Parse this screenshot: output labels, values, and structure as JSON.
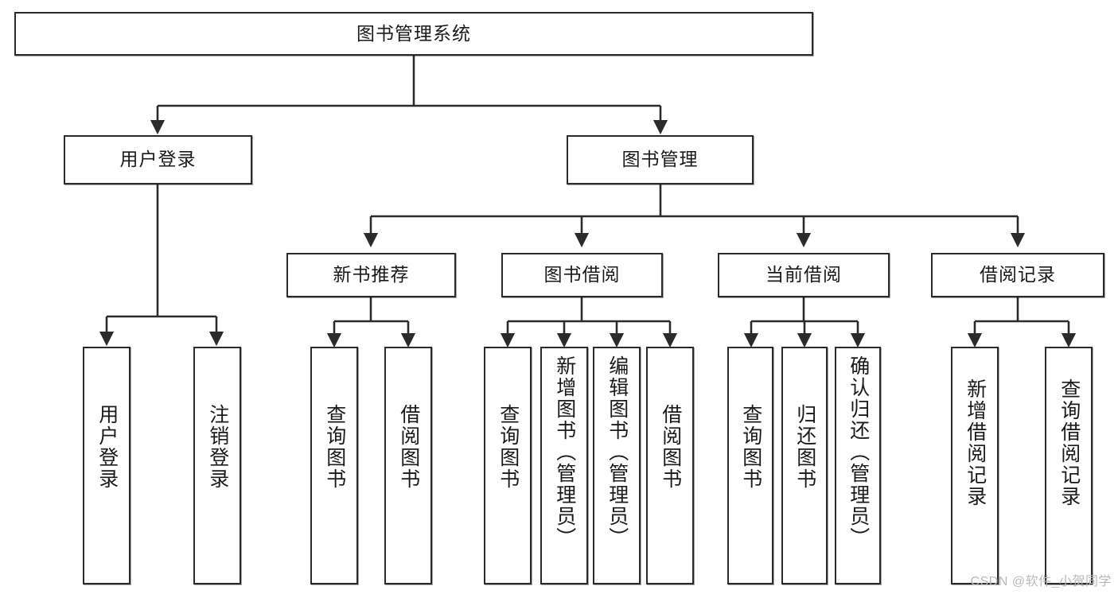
{
  "diagram": {
    "type": "tree",
    "title": "图书管理系统",
    "watermark": "CSDN @软件_小贺同学",
    "colors": {
      "box_border": "#2b2b2b",
      "box_fill": "#ffffff",
      "connector": "#2b2b2b",
      "text": "#1a1a1a",
      "watermark": "#b9b9b9",
      "background": "#ffffff"
    },
    "levels": {
      "level0_label": "图书管理系统",
      "level1_labels": [
        "用户登录",
        "图书管理"
      ],
      "level2_labels": [
        "新书推荐",
        "图书借阅",
        "当前借阅",
        "借阅记录"
      ]
    },
    "nodes": {
      "root": {
        "label": "图书管理系统"
      },
      "user_login": {
        "label": "用户登录"
      },
      "book_manage": {
        "label": "图书管理"
      },
      "new_book_rec": {
        "label": "新书推荐"
      },
      "book_borrow": {
        "label": "图书借阅"
      },
      "current_borrow": {
        "label": "当前借阅"
      },
      "borrow_record": {
        "label": "借阅记录"
      },
      "leaf_user_login": {
        "label": "用户登录"
      },
      "leaf_user_logout": {
        "label": "注销登录"
      },
      "leaf_rec_query": {
        "label": "查询图书"
      },
      "leaf_rec_borrow": {
        "label": "借阅图书"
      },
      "leaf_borrow_query": {
        "label": "查询图书"
      },
      "leaf_borrow_add": {
        "label": "新增图书（管理员）"
      },
      "leaf_borrow_edit": {
        "label": "编辑图书（管理员）"
      },
      "leaf_borrow_borrow": {
        "label": "借阅图书"
      },
      "leaf_cur_query": {
        "label": "查询图书"
      },
      "leaf_cur_return": {
        "label": "归还图书"
      },
      "leaf_cur_confirm": {
        "label": "确认归还（管理员）"
      },
      "leaf_rec_add": {
        "label": "新增借阅记录"
      },
      "leaf_rec_search": {
        "label": "查询借阅记录"
      }
    },
    "edges": [
      {
        "from": "root",
        "to": "user_login"
      },
      {
        "from": "root",
        "to": "book_manage"
      },
      {
        "from": "user_login",
        "to": "leaf_user_login"
      },
      {
        "from": "user_login",
        "to": "leaf_user_logout"
      },
      {
        "from": "book_manage",
        "to": "new_book_rec"
      },
      {
        "from": "book_manage",
        "to": "book_borrow"
      },
      {
        "from": "book_manage",
        "to": "current_borrow"
      },
      {
        "from": "book_manage",
        "to": "borrow_record"
      },
      {
        "from": "new_book_rec",
        "to": "leaf_rec_query"
      },
      {
        "from": "new_book_rec",
        "to": "leaf_rec_borrow"
      },
      {
        "from": "book_borrow",
        "to": "leaf_borrow_query"
      },
      {
        "from": "book_borrow",
        "to": "leaf_borrow_add"
      },
      {
        "from": "book_borrow",
        "to": "leaf_borrow_edit"
      },
      {
        "from": "book_borrow",
        "to": "leaf_borrow_borrow"
      },
      {
        "from": "current_borrow",
        "to": "leaf_cur_query"
      },
      {
        "from": "current_borrow",
        "to": "leaf_cur_return"
      },
      {
        "from": "current_borrow",
        "to": "leaf_cur_confirm"
      },
      {
        "from": "borrow_record",
        "to": "leaf_rec_add"
      },
      {
        "from": "borrow_record",
        "to": "leaf_rec_search"
      }
    ]
  }
}
